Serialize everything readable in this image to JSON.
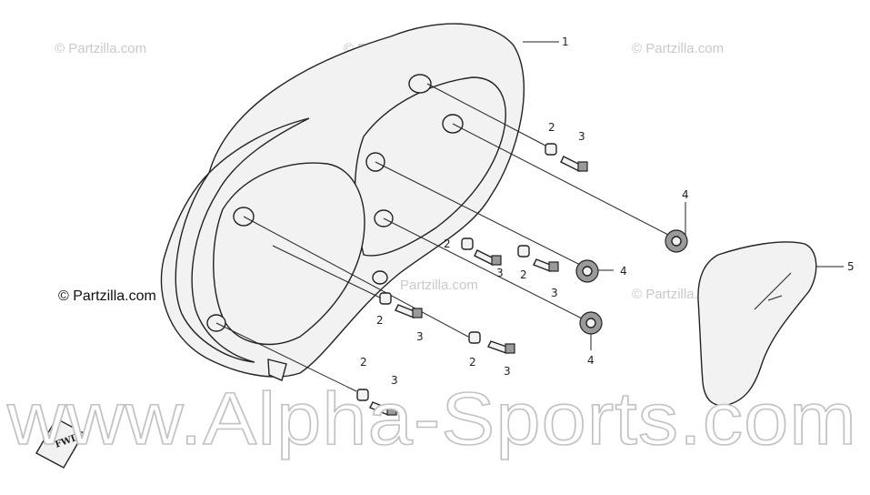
{
  "watermarks": {
    "partzilla_small": "© Partzilla.com",
    "partzilla_dark": "© Partzilla.com",
    "partzilla_mid": "Partzilla.com",
    "alpha_sports": "www.Alpha-Sports.com"
  },
  "direction_marker": {
    "label": "FWD"
  },
  "callouts": [
    {
      "id": "c1",
      "label": "1"
    },
    {
      "id": "c2a",
      "label": "2"
    },
    {
      "id": "c3a",
      "label": "3"
    },
    {
      "id": "c4a",
      "label": "4"
    },
    {
      "id": "c2b",
      "label": "2"
    },
    {
      "id": "c3b",
      "label": "3"
    },
    {
      "id": "c2c",
      "label": "2"
    },
    {
      "id": "c3c",
      "label": "3"
    },
    {
      "id": "c4b",
      "label": "4"
    },
    {
      "id": "c2d",
      "label": "2"
    },
    {
      "id": "c3d",
      "label": "3"
    },
    {
      "id": "c2e",
      "label": "2"
    },
    {
      "id": "c3e",
      "label": "3"
    },
    {
      "id": "c4c",
      "label": "4"
    },
    {
      "id": "c2f",
      "label": "2"
    },
    {
      "id": "c3f",
      "label": "3"
    },
    {
      "id": "c5",
      "label": "5"
    }
  ]
}
